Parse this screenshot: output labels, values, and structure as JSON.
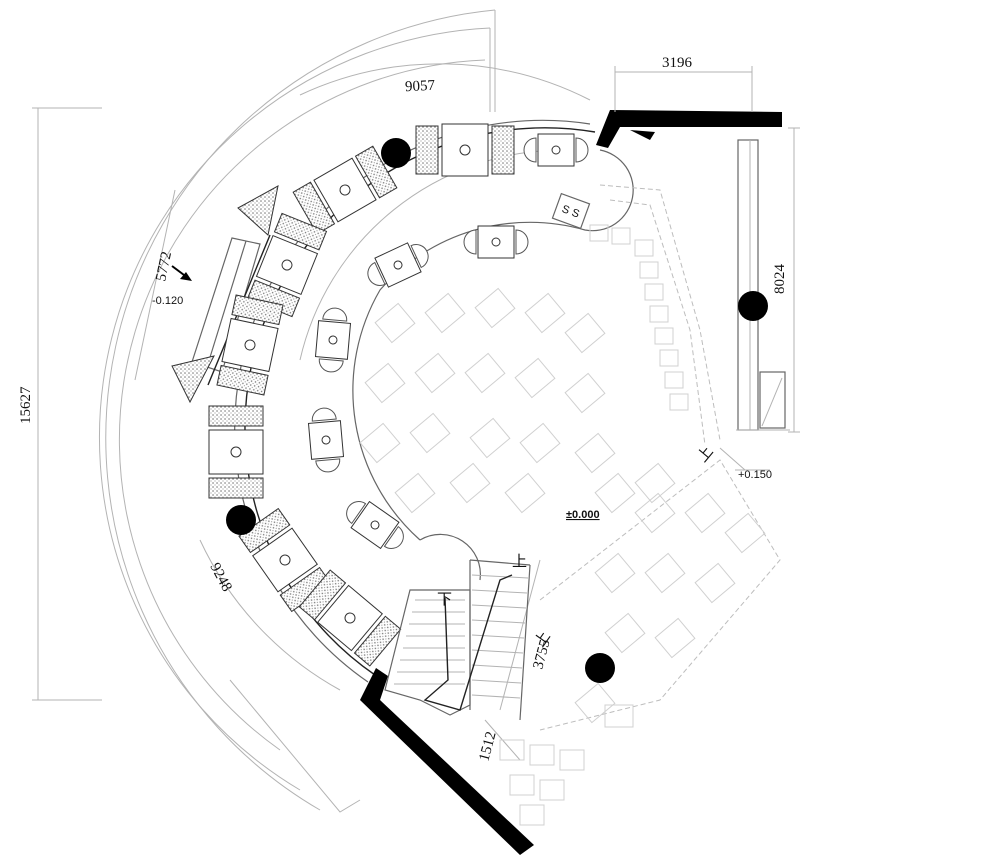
{
  "dimensions": {
    "arc_top": "9057",
    "right_top": "3196",
    "right_height": "8024",
    "window_span": "5772",
    "left_height": "15627",
    "arc_bottom": "9248",
    "stair_span": "3755",
    "entry_span": "1512"
  },
  "levels": {
    "floor": "±0.000",
    "terrace_right": "+0.150",
    "window_left": "-0.120"
  },
  "stair_labels": {
    "down": "下",
    "up_stair": "上",
    "up_ramp": "上",
    "up_right": "上"
  },
  "service_label": "S S",
  "colors": {
    "walls": "#000000",
    "lines": "#b3b3b3",
    "furniture_outline": "#333333"
  }
}
